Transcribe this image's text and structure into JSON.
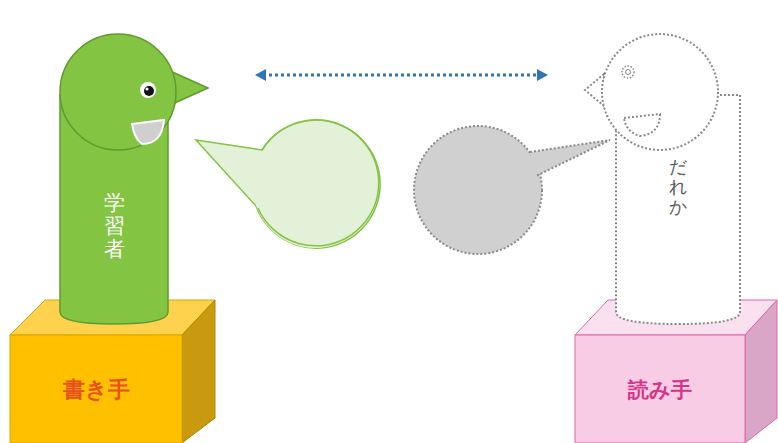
{
  "diagram": {
    "nodes": [
      {
        "text": [
          "学習者"
        ]
      },
      {
        "text": [
          "だれか"
        ]
      },
      {
        "text": [
          "書き手"
        ]
      },
      {
        "text": [
          "読み手"
        ]
      }
    ],
    "edges": [
      {
        "from": 0,
        "to": 1,
        "arrow": "both"
      }
    ]
  }
}
